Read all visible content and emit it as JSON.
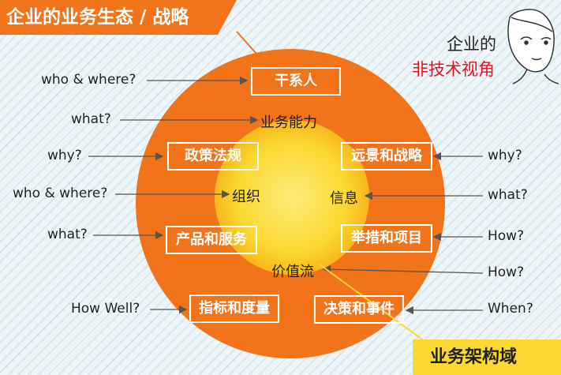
{
  "title": "企业的业务生态 / 战略",
  "perspective": {
    "line1": "企业的",
    "line2": "非技术视角"
  },
  "domain_tag": "业务架构域",
  "boxes": {
    "stakeholders": "干系人",
    "policy": "政策法规",
    "vision": "远景和战略",
    "products": "产品和服务",
    "initiatives": "举措和项目",
    "metrics": "指标和度量",
    "decisions": "决策和事件"
  },
  "inner": {
    "capability": "业务能力",
    "organization": "组织",
    "information": "信息",
    "value_stream": "价值流"
  },
  "questions": {
    "left_1": "who & where?",
    "left_2": "what?",
    "left_3": "why?",
    "left_4": "who & where?",
    "left_5": "what?",
    "left_6": "How Well?",
    "right_1": "why?",
    "right_2": "what?",
    "right_3": "How?",
    "right_4": "How?",
    "right_5": "When?"
  },
  "colors": {
    "outer_ring": "#f2741a",
    "inner_circle": "#fbd832",
    "title_bg": "#f2741a",
    "accent_red": "#e8101a"
  }
}
